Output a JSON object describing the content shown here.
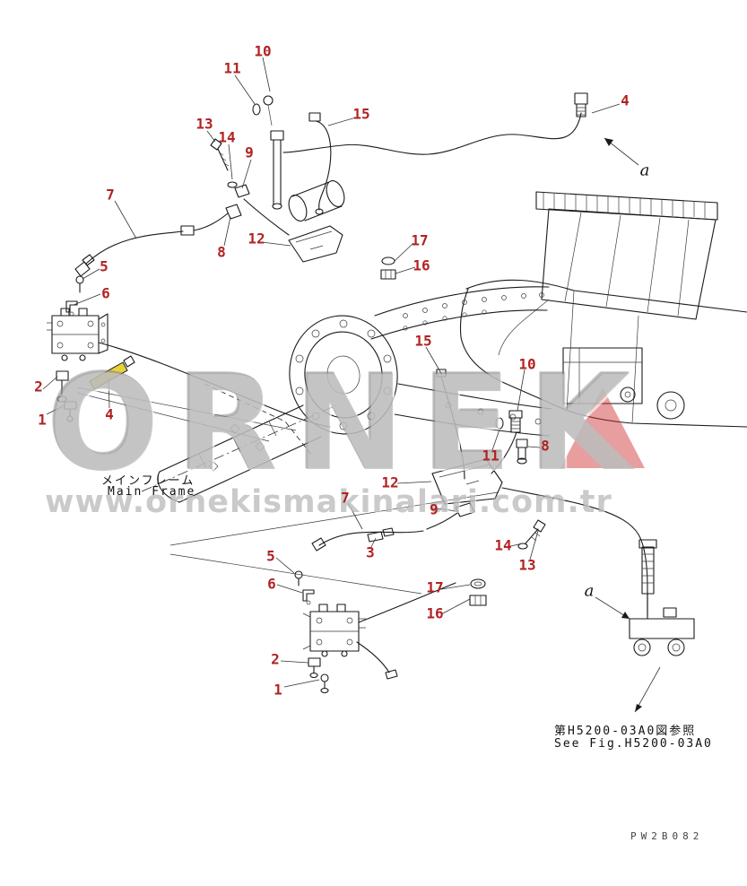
{
  "labels": {
    "main_frame_jp": "メインフレーム",
    "main_frame_en": "Main Frame",
    "ref_jp": "第H5200-03A0図参照",
    "ref_en": "See Fig.H5200-03A0",
    "part_code": "PW2B082"
  },
  "watermark": {
    "brand": "ORNEK",
    "url": "www.ornekismakinalari.com.tr"
  },
  "colors": {
    "callout": "#b22222",
    "line": "#1a1a1a",
    "highlight": "#e6d23c",
    "watermark_gray": "#9e9e9e",
    "watermark_red": "#cc2828"
  },
  "callouts": [
    {
      "label": "10"
    },
    {
      "label": "11"
    },
    {
      "label": "13"
    },
    {
      "label": "14"
    },
    {
      "label": "9"
    },
    {
      "label": "15"
    },
    {
      "label": "4"
    },
    {
      "label": "a"
    },
    {
      "label": "7"
    },
    {
      "label": "5"
    },
    {
      "label": "6"
    },
    {
      "label": "12"
    },
    {
      "label": "8"
    },
    {
      "label": "17"
    },
    {
      "label": "16"
    },
    {
      "label": "2"
    },
    {
      "label": "1"
    },
    {
      "label": "4"
    },
    {
      "label": "15"
    },
    {
      "label": "10"
    },
    {
      "label": "11"
    },
    {
      "label": "8"
    },
    {
      "label": "12"
    },
    {
      "label": "7"
    },
    {
      "label": "9"
    },
    {
      "label": "3"
    },
    {
      "label": "5"
    },
    {
      "label": "6"
    },
    {
      "label": "14"
    },
    {
      "label": "13"
    },
    {
      "label": "17"
    },
    {
      "label": "16"
    },
    {
      "label": "a"
    },
    {
      "label": "2"
    },
    {
      "label": "1"
    }
  ]
}
